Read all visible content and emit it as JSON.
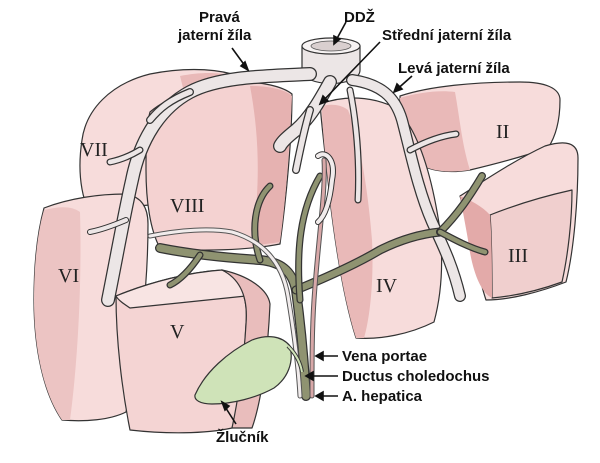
{
  "labels": {
    "right_hepatic_vein_1": "Pravá",
    "right_hepatic_vein_2": "jaterní žíla",
    "ivc": "DDŽ",
    "middle_hepatic_vein": "Střední jaterní žíla",
    "left_hepatic_vein": "Levá jaterní žíla",
    "portal_vein": "Vena portae",
    "bile_duct": "Ductus choledochus",
    "hepatic_artery": "A. hepatica",
    "gallbladder": "Žlučník"
  },
  "segments": {
    "s2": "II",
    "s3": "III",
    "s4": "IV",
    "s5": "V",
    "s6": "VI",
    "s7": "VII",
    "s8": "VIII"
  },
  "colors": {
    "segment_fill": "#f7dcdb",
    "segment_shade": "#e9b9b8",
    "vein_fill": "#ece6e6",
    "portal_vessel": "#8f9371",
    "gallbladder": "#cfe3b8",
    "outline": "#333333"
  }
}
